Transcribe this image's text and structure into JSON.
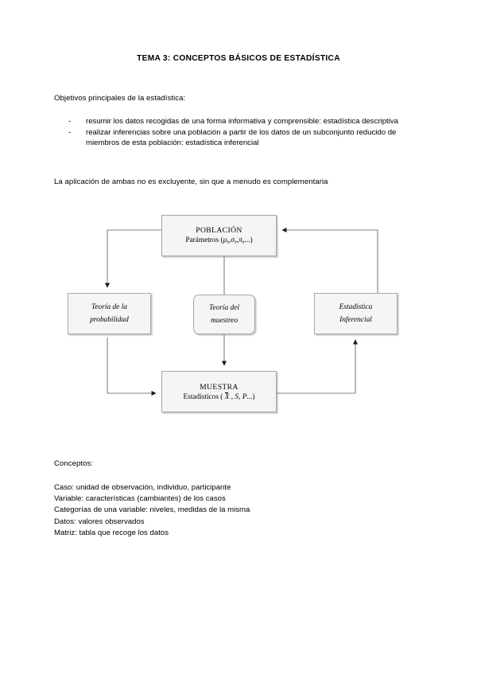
{
  "document": {
    "title": "TEMA 3: CONCEPTOS BÁSICOS DE ESTADÍSTICA",
    "objectives_intro": "Objetivos principales de la estadística:",
    "bullet_marker": "-",
    "objectives": [
      "resumir los datos recogidas de una forma informativa y comprensible: estadística descriptiva",
      "realizar inferencias sobre una población a partir de los datos de un subconjunto reducido de miembros de esta población: estadística inferencial"
    ],
    "complementary_note": "La aplicación de ambas no es excluyente, sin que a menudo es complementaria",
    "conceptos_heading": "Conceptos:",
    "conceptos": [
      "Caso: unidad de observación, individuo, participante",
      "Variable: características (cambiantes) de los casos",
      "Categorías de una variable: niveles, medidas de la misma",
      "Datos: valores observados",
      "Matriz: tabla que recoge los datos"
    ]
  },
  "diagram": {
    "nodes": {
      "poblacion": {
        "title": "POBLACIÓN",
        "subtitle_prefix": "Parámetros (",
        "param_mu": "μ",
        "param_sigma": "σ",
        "param_pi": "π",
        "param_subscript": "x",
        "subtitle_suffix": "...)"
      },
      "probabilidad": {
        "line1": "Teoría de la",
        "line2": "probabilidad"
      },
      "muestreo": {
        "line1": "Teoría del",
        "line2": "muestreo"
      },
      "inferencial": {
        "line1": "Estadística",
        "line2": "Inferencial"
      },
      "muestra": {
        "title": "MUESTRA",
        "subtitle_prefix": "Estadísticos ( ",
        "stat_xbar": "X",
        "stat_s": "S",
        "stat_p": "P",
        "subtitle_suffix": "...)"
      }
    },
    "colors": {
      "node_fill": "#f5f5f5",
      "node_border": "#a8a8a8",
      "connector": "#808080",
      "arrowhead": "#1a1a1a"
    }
  }
}
